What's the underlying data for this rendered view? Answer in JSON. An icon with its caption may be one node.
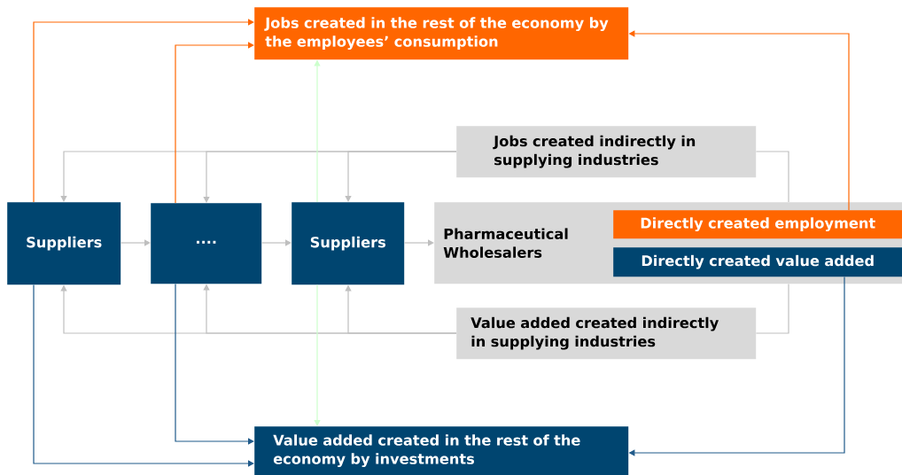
{
  "diagram": {
    "nodes": [
      {
        "text": [
          "Jobs created in the rest of the economy by the employees’ consumption"
        ]
      },
      {
        "text": [
          "Suppliers"
        ]
      },
      {
        "text": [
          "...."
        ]
      },
      {
        "text": [
          "Suppliers"
        ]
      },
      {
        "text": [
          "Pharmaceutical Wholesalers"
        ]
      },
      {
        "text": [
          "Directly created employment"
        ],
        "in": 4
      },
      {
        "text": [
          "Directly created value added"
        ],
        "in": 4
      },
      {
        "text": [
          "Jobs created indirectly in supplying industries"
        ]
      },
      {
        "text": [
          "Value added created indirectly in supplying industries"
        ]
      },
      {
        "text": [
          "Value added created in the rest of the economy by investments"
        ]
      }
    ],
    "edges": [
      {
        "from": 1,
        "to": 2,
        "arrow": "to"
      },
      {
        "from": 2,
        "to": 3,
        "arrow": "to"
      },
      {
        "from": 3,
        "to": 4,
        "arrow": "to"
      },
      {
        "from": 7,
        "to": 1,
        "arrow": "to"
      },
      {
        "from": 7,
        "to": 2,
        "arrow": "to"
      },
      {
        "from": 7,
        "to": 3,
        "arrow": "to"
      },
      {
        "from": 4,
        "to": 7,
        "arrow": "none"
      },
      {
        "from": 8,
        "to": 1,
        "arrow": "to"
      },
      {
        "from": 8,
        "to": 2,
        "arrow": "to"
      },
      {
        "from": 8,
        "to": 3,
        "arrow": "to"
      },
      {
        "from": 4,
        "to": 8,
        "arrow": "none"
      },
      {
        "from": 1,
        "to": 0,
        "arrow": "to",
        "color": "#ff6600"
      },
      {
        "from": 2,
        "to": 0,
        "arrow": "to",
        "color": "#ff6600"
      },
      {
        "from": 5,
        "to": 0,
        "arrow": "to",
        "color": "#ff6600"
      },
      {
        "from": 1,
        "to": 9,
        "arrow": "to",
        "color": "#1f5a8a"
      },
      {
        "from": 2,
        "to": 9,
        "arrow": "to",
        "color": "#1f5a8a"
      },
      {
        "from": 6,
        "to": 9,
        "arrow": "to",
        "color": "#1f5a8a"
      },
      {
        "from": 3,
        "to": 0,
        "arrow": "to",
        "color": "#ccffcc"
      },
      {
        "from": 3,
        "to": 9,
        "arrow": "to",
        "color": "#ccffcc"
      }
    ]
  }
}
